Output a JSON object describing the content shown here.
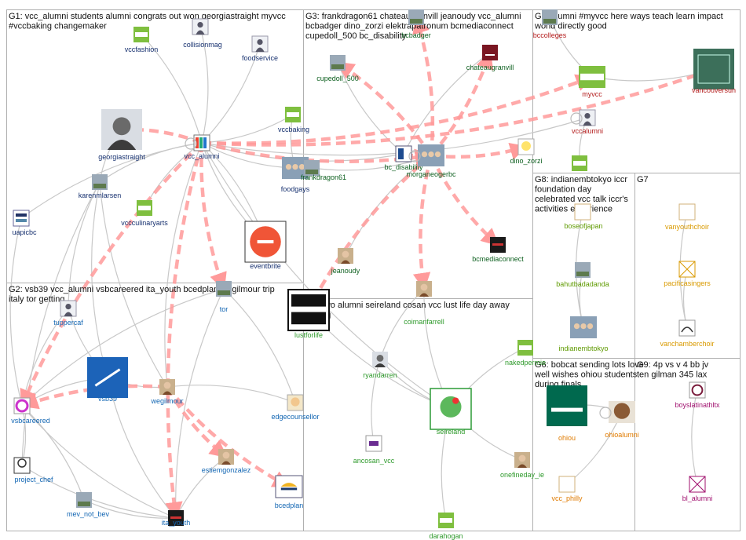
{
  "colors": {
    "g1": "#16306f",
    "g2": "#1266b3",
    "g3": "#0c5f1e",
    "g4": "#2f9a2c",
    "g5": "#b31b1b",
    "g6": "#e07b00",
    "g7": "#d99a00",
    "g8": "#5f9a00",
    "g9": "#a0106e",
    "edge": "#c8c8c8",
    "strong_edge": "#ff9a9a",
    "box_border": "#b0b0b0"
  },
  "groups": [
    {
      "id": "G1",
      "label_lines": [
        "G1: vcc_alumni students alumni congrats out won georgiastraight myvcc",
        "#vccbaking changemaker"
      ]
    },
    {
      "id": "G2",
      "label_lines": [
        "G2: vsb39 vcc_alumni vsbcareered ita_youth bcedplan wegilmour trip",
        "italy tor getting"
      ]
    },
    {
      "id": "G3",
      "label_lines": [
        "G3: frankdragon61 chateaugranvill jeanoudy vcc_alumni",
        "bcbadger dino_zorzi elektrapatronum bcmediaconnect",
        "cupedoll_500 bc_disability"
      ]
    },
    {
      "id": "G4",
      "label_lines": [
        "G4: two alumni seireland cosan vcc lust life day away",
        "finding"
      ]
    },
    {
      "id": "G5",
      "label_lines": [
        "G5: alumni #myvcc here ways teach learn impact",
        "world directly good"
      ]
    },
    {
      "id": "G6",
      "label_lines": [
        "G6: bobcat sending lots love",
        "well wishes ohiou students",
        "during finals"
      ]
    },
    {
      "id": "G7",
      "label_lines": [
        "G7"
      ]
    },
    {
      "id": "G8",
      "label_lines": [
        "G8: indianembtokyo iccr",
        "foundation day",
        "celebrated vcc talk iccr's",
        "activities experience"
      ]
    },
    {
      "id": "G9",
      "label_lines": [
        "G9: 4p vs v 4 bb jv",
        "ten gilman 345 lax"
      ]
    }
  ],
  "nodes": [
    {
      "id": "vccfashion",
      "label": "vccfashion",
      "group": "g1",
      "icon": "photo-green"
    },
    {
      "id": "collisionmag",
      "label": "collisionmag",
      "group": "g1",
      "icon": "person"
    },
    {
      "id": "foodservice",
      "label": "foodservice",
      "group": "g1",
      "icon": "person"
    },
    {
      "id": "georgiastraight",
      "label": "georgiastraight",
      "group": "g1",
      "icon": "portrait"
    },
    {
      "id": "vcc_alumni",
      "label": "vcc_alumni",
      "group": "g1",
      "icon": "vcc-logo"
    },
    {
      "id": "vccbaking",
      "label": "vccbaking",
      "group": "g1",
      "icon": "photo-green"
    },
    {
      "id": "foodgays",
      "label": "foodgays",
      "group": "g1",
      "icon": "group-photo"
    },
    {
      "id": "karenmlarsen",
      "label": "karenmlarsen",
      "group": "g1",
      "icon": "photo"
    },
    {
      "id": "uapicbc",
      "label": "uapicbc",
      "group": "g1",
      "icon": "logo-blue"
    },
    {
      "id": "vccculinaryarts",
      "label": "vccculinaryarts",
      "group": "g1",
      "icon": "photo-green"
    },
    {
      "id": "eventbrite",
      "label": "eventbrite",
      "group": "g1",
      "icon": "eventbrite"
    },
    {
      "id": "tor",
      "label": "tor",
      "group": "g2",
      "icon": "photo"
    },
    {
      "id": "tuppercaf",
      "label": "tuppercaf",
      "group": "g2",
      "icon": "person"
    },
    {
      "id": "vsb39",
      "label": "vsb39",
      "group": "g2",
      "icon": "vsb-logo"
    },
    {
      "id": "vsbcareered",
      "label": "vsbcareered",
      "group": "g2",
      "icon": "logo-color"
    },
    {
      "id": "wegilmour",
      "label": "wegilmour",
      "group": "g2",
      "icon": "portrait-woman"
    },
    {
      "id": "edgecounsellor",
      "label": "edgecounsellor",
      "group": "g2",
      "icon": "cartoon"
    },
    {
      "id": "project_chef",
      "label": "project_chef",
      "group": "g2",
      "icon": "chef"
    },
    {
      "id": "estiemgonzalez",
      "label": "estiemgonzalez",
      "group": "g2",
      "icon": "portrait-woman"
    },
    {
      "id": "mev_not_bev",
      "label": "mev_not_bev",
      "group": "g2",
      "icon": "photo"
    },
    {
      "id": "ita_youth",
      "label": "ita_youth",
      "group": "g2",
      "icon": "dark"
    },
    {
      "id": "bcedplan",
      "label": "bcedplan",
      "group": "g2",
      "icon": "bc-logo"
    },
    {
      "id": "bcbadger",
      "label": "bcbadger",
      "group": "g3",
      "icon": "photo"
    },
    {
      "id": "cupedoll_500",
      "label": "cupedoll_500",
      "group": "g3",
      "icon": "photo"
    },
    {
      "id": "chateaugranvill",
      "label": "chateaugranvill",
      "group": "g3",
      "icon": "hotel"
    },
    {
      "id": "frankdragon61",
      "label": "frankdragon61",
      "group": "g3",
      "icon": "photo"
    },
    {
      "id": "bc_disability",
      "label": "bc_disability",
      "group": "g3",
      "icon": "bc-dis"
    },
    {
      "id": "morganeogerbc",
      "label": "morganeogerbc",
      "group": "g3",
      "icon": "group-photo"
    },
    {
      "id": "dino_zorzi",
      "label": "dino_zorzi",
      "group": "g3",
      "icon": "cartoon-green"
    },
    {
      "id": "jeanoudy",
      "label": "jeanoudy",
      "group": "g3",
      "icon": "portrait-woman"
    },
    {
      "id": "bcmediaconnect",
      "label": "bcmediaconnect",
      "group": "g3",
      "icon": "dark"
    },
    {
      "id": "lustforlife",
      "label": "lustforlife",
      "group": "g4",
      "icon": "lust"
    },
    {
      "id": "coimanfarrell",
      "label": "coimanfarrell",
      "group": "g4",
      "icon": "portrait-woman"
    },
    {
      "id": "ryandarren",
      "label": "ryandarren",
      "group": "g4",
      "icon": "portrait"
    },
    {
      "id": "nakedpermie",
      "label": "nakedpermie",
      "group": "g4",
      "icon": "photo-green"
    },
    {
      "id": "seireland",
      "label": "seireland",
      "group": "g4",
      "icon": "se-logo"
    },
    {
      "id": "ancosan_vcc",
      "label": "ancosan_vcc",
      "group": "g4",
      "icon": "logo-purple"
    },
    {
      "id": "onefineday_ie",
      "label": "onefineday_ie",
      "group": "g4",
      "icon": "portrait-woman"
    },
    {
      "id": "darahogan",
      "label": "darahogan",
      "group": "g4",
      "icon": "photo-green"
    },
    {
      "id": "bccolleges",
      "label": "bccolleges",
      "group": "g5",
      "icon": "photo"
    },
    {
      "id": "myvcc",
      "label": "myvcc",
      "group": "g5",
      "icon": "photo-green"
    },
    {
      "id": "vancouversun",
      "label": "vancouversun",
      "group": "g5",
      "icon": "sun-logo"
    },
    {
      "id": "vccalumni",
      "label": "vccalumni",
      "group": "g5",
      "icon": "person"
    },
    {
      "id": "g5_extra",
      "label": "",
      "group": "g5",
      "icon": "photo-green"
    },
    {
      "id": "boseofjapan",
      "label": "boseofjapan",
      "group": "g8",
      "icon": "empty"
    },
    {
      "id": "bahutbadadanda",
      "label": "bahutbadadanda",
      "group": "g8",
      "icon": "photo"
    },
    {
      "id": "indianembtokyo",
      "label": "indianembtokyo",
      "group": "g8",
      "icon": "group-photo"
    },
    {
      "id": "vanyouthchoir",
      "label": "vanyouthchoir",
      "group": "g7",
      "icon": "empty"
    },
    {
      "id": "pacificasingers",
      "label": "pacificasingers",
      "group": "g7",
      "icon": "cross"
    },
    {
      "id": "vanchamberchoir",
      "label": "vanchamberchoir",
      "group": "g7",
      "icon": "logo-choir"
    },
    {
      "id": "ohiou",
      "label": "ohiou",
      "group": "g6",
      "icon": "ohio"
    },
    {
      "id": "ohioalumni",
      "label": "ohioalumni",
      "group": "g6",
      "icon": "bobcat"
    },
    {
      "id": "vcc_philly",
      "label": "vcc_philly",
      "group": "g6",
      "icon": "empty"
    },
    {
      "id": "boyslatinathltx",
      "label": "boyslatinathltx",
      "group": "g9",
      "icon": "crest"
    },
    {
      "id": "bl_alumni",
      "label": "bl_alumni",
      "group": "g9",
      "icon": "cross"
    }
  ],
  "edges_strong": [
    [
      "vcc_alumni",
      "myvcc"
    ],
    [
      "vcc_alumni",
      "vancouversun"
    ],
    [
      "vcc_alumni",
      "morganeogerbc"
    ],
    [
      "vcc_alumni",
      "georgiastraight"
    ],
    [
      "vcc_alumni",
      "ita_youth"
    ],
    [
      "vcc_alumni",
      "tor"
    ],
    [
      "vcc_alumni",
      "vsbcareered"
    ],
    [
      "wegilmour",
      "vsbcareered"
    ],
    [
      "wegilmour",
      "bcedplan"
    ],
    [
      "wegilmour",
      "estiemgonzalez"
    ],
    [
      "morganeogerbc",
      "bcbadger"
    ],
    [
      "morganeogerbc",
      "cupedoll_500"
    ],
    [
      "morganeogerbc",
      "chateaugranvill"
    ],
    [
      "morganeogerbc",
      "dino_zorzi"
    ],
    [
      "morganeogerbc",
      "bcmediaconnect"
    ],
    [
      "morganeogerbc",
      "coimanfarrell"
    ],
    [
      "morganeogerbc",
      "lustforlife"
    ],
    [
      "bc_disability",
      "morganeogerbc"
    ]
  ],
  "edges_weak": [
    [
      "vcc_alumni",
      "vccfashion"
    ],
    [
      "vcc_alumni",
      "collisionmag"
    ],
    [
      "vcc_alumni",
      "foodservice"
    ],
    [
      "vcc_alumni",
      "vccbaking"
    ],
    [
      "vcc_alumni",
      "foodgays"
    ],
    [
      "vcc_alumni",
      "karenmlarsen"
    ],
    [
      "vcc_alumni",
      "vccculinaryarts"
    ],
    [
      "vcc_alumni",
      "eventbrite"
    ],
    [
      "vcc_alumni",
      "uapicbc"
    ],
    [
      "vcc_alumni",
      "wegilmour"
    ],
    [
      "vcc_alumni",
      "bc_disability"
    ],
    [
      "vcc_alumni",
      "vccalumni"
    ],
    [
      "georgiastraight",
      "karenmlarsen"
    ],
    [
      "karenmlarsen",
      "vsb39"
    ],
    [
      "karenmlarsen",
      "tuppercaf"
    ],
    [
      "karenmlarsen",
      "wegilmour"
    ],
    [
      "tuppercaf",
      "vsbcareered"
    ],
    [
      "tuppercaf",
      "vsb39"
    ],
    [
      "vsb39",
      "wegilmour"
    ],
    [
      "vsb39",
      "vsbcareered"
    ],
    [
      "vsb39",
      "ita_youth"
    ],
    [
      "project_chef",
      "vsbcareered"
    ],
    [
      "project_chef",
      "ita_youth"
    ],
    [
      "mev_not_bev",
      "ita_youth"
    ],
    [
      "mev_not_bev",
      "vsbcareered"
    ],
    [
      "edgecounsellor",
      "wegilmour"
    ],
    [
      "edgecounsellor",
      "tor"
    ],
    [
      "estiemgonzalez",
      "ita_youth"
    ],
    [
      "tor",
      "ita_youth"
    ],
    [
      "vsbcareered",
      "ita_youth"
    ],
    [
      "uapicbc",
      "vsbcareered"
    ],
    [
      "karenmlarsen",
      "project_chef"
    ],
    [
      "morganeogerbc",
      "jeanoudy"
    ],
    [
      "frankdragon61",
      "morganeogerbc"
    ],
    [
      "chateaugranvill",
      "bc_disability"
    ],
    [
      "cupedoll_500",
      "bc_disability"
    ],
    [
      "coimanfarrell",
      "ryandarren"
    ],
    [
      "coimanfarrell",
      "seireland"
    ],
    [
      "ryandarren",
      "seireland"
    ],
    [
      "ryandarren",
      "ancosan_vcc"
    ],
    [
      "nakedpermie",
      "seireland"
    ],
    [
      "seireland",
      "onefineday_ie"
    ],
    [
      "seireland",
      "darahogan"
    ],
    [
      "lustforlife",
      "seireland"
    ],
    [
      "bccolleges",
      "myvcc"
    ],
    [
      "myvcc",
      "vancouversun"
    ],
    [
      "vccalumni",
      "g5_extra"
    ],
    [
      "boseofjapan",
      "indianembtokyo"
    ],
    [
      "bahutbadadanda",
      "indianembtokyo"
    ],
    [
      "vanyouthchoir",
      "vanchamberchoir"
    ],
    [
      "pacificasingers",
      "vanchamberchoir"
    ],
    [
      "ohioalumni",
      "ohiou"
    ],
    [
      "vcc_philly",
      "ohioalumni"
    ],
    [
      "boyslatinathltx",
      "bl_alumni"
    ],
    [
      "vcc_alumni",
      "seireland"
    ],
    [
      "tor",
      "vsbcareered"
    ],
    [
      "vccbaking",
      "foodgays"
    ],
    [
      "eventbrite",
      "vcc_alumni"
    ]
  ]
}
